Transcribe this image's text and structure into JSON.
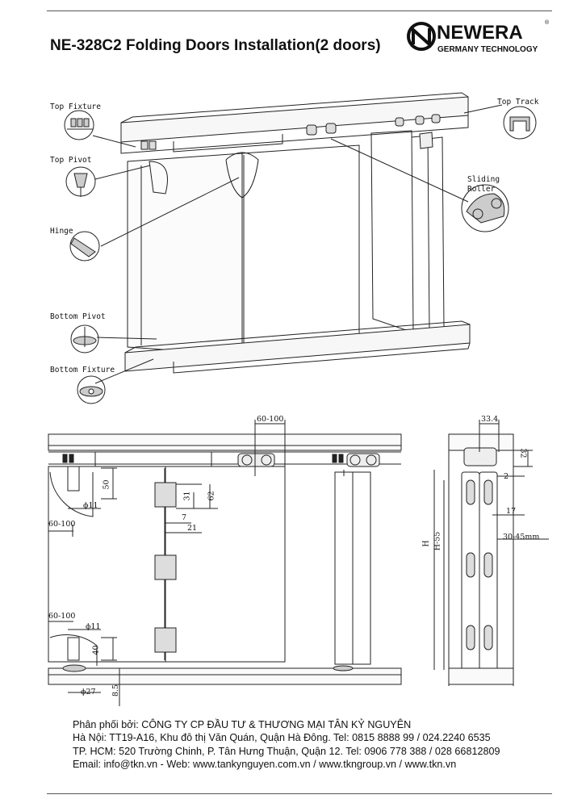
{
  "header": {
    "title": "NE-328C2 Folding Doors Installation(2 doors)",
    "logo_name": "NEWERA",
    "logo_reg": "®",
    "logo_tagline": "GERMANY TECHNOLOGY"
  },
  "callouts": {
    "top_fixture": "Top Fixture",
    "top_pivot": "Top Pivot",
    "hinge": "Hinge",
    "bottom_pivot": "Bottom Pivot",
    "bottom_fixture": "Bottom Fixture",
    "top_track": "Top Track",
    "sliding_roller_1": "Sliding",
    "sliding_roller_2": "Roller"
  },
  "dimensions": {
    "d_60_100_top": "60-100",
    "d_33_4": "33.4",
    "d_32": "32",
    "d_2": "2",
    "d_17": "17",
    "d_30_45": "30-45mm",
    "d_H": "H",
    "d_H_55": "H-55",
    "d_50": "50",
    "d_phi11_top": "ϕ11",
    "d_60_100_left": "60-100",
    "d_31": "31",
    "d_62": "62",
    "d_7": "7",
    "d_21": "21",
    "d_60_100_bottom": "60-100",
    "d_phi11_bottom": "ϕ11",
    "d_40": "40",
    "d_phi27": "ϕ27",
    "d_8_5": "8.5"
  },
  "footer": {
    "line1": "Phân phối bởi: CÔNG TY CP ĐẦU TƯ & THƯƠNG MẠI TÂN KỶ NGUYÊN",
    "line2": "Hà Nội: TT19-A16, Khu đô thị Văn Quán, Quận Hà Đông. Tel: 0815 8888 99 / 024.2240 6535",
    "line3": "TP. HCM: 520 Trường Chinh, P. Tân Hưng Thuận, Quận 12. Tel: 0906 778 388 / 028 66812809",
    "line4": "Email: info@tkn.vn - Web: www.tankynguyen.com.vn / www.tkngroup.vn / www.tkn.vn"
  }
}
